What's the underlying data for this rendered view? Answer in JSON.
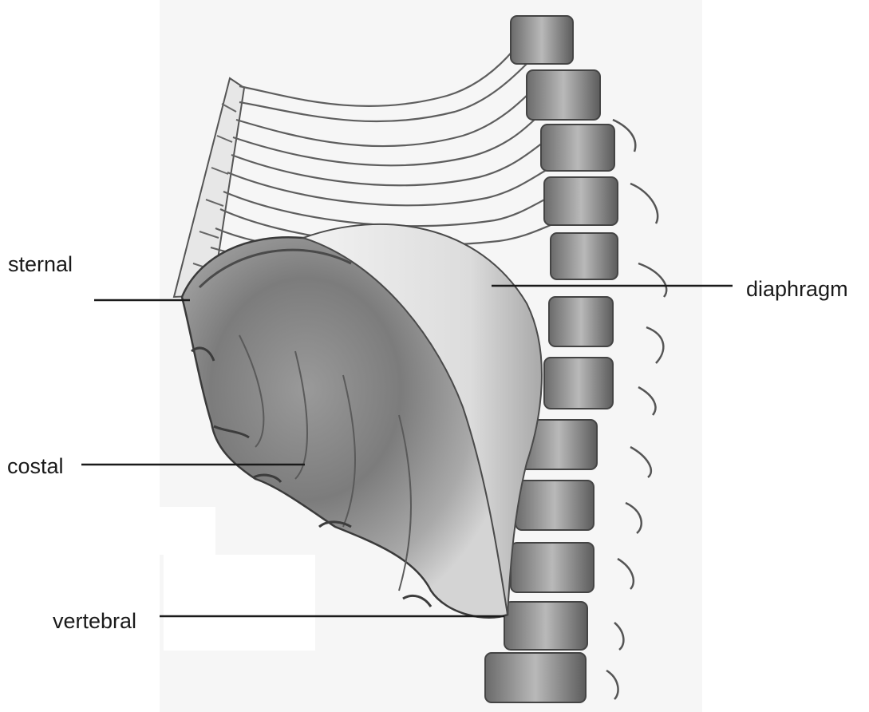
{
  "labels": {
    "sternal": "sternal",
    "costal": "costal",
    "vertebral": "vertebral",
    "diaphragm": "diaphragm"
  },
  "colors": {
    "ink": "#1a1a1a",
    "pencil_dark": "#3a3a3a",
    "pencil_mid": "#7a7a7a",
    "pencil_light": "#b5b5b5",
    "paper": "#f7f7f7"
  }
}
